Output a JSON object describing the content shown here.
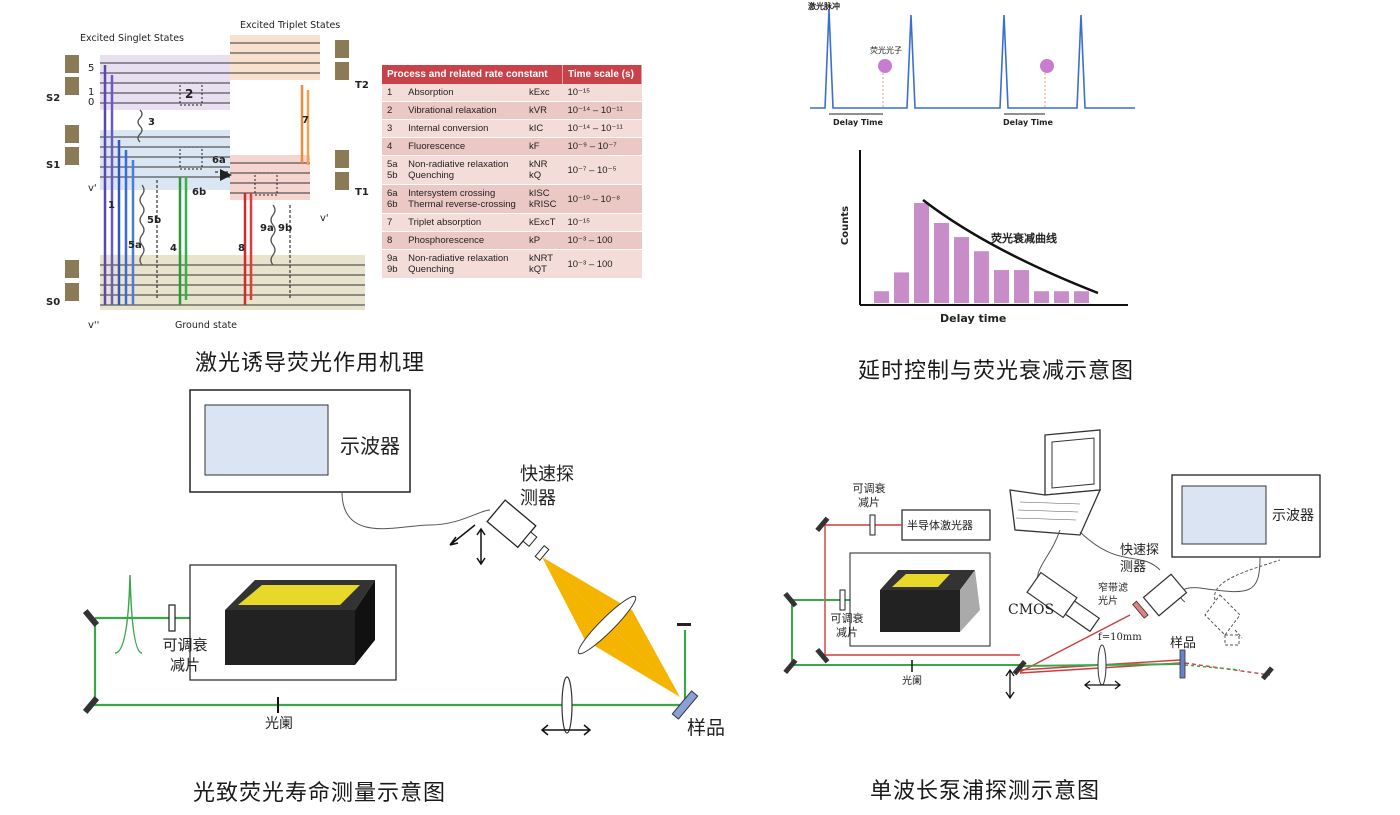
{
  "captions": {
    "top_left": "激光诱导荧光作用机理",
    "top_right": "延时控制与荧光衰减示意图",
    "bottom_left": "光致荧光寿命测量示意图",
    "bottom_right": "单波长泵浦探测示意图"
  },
  "jablonski": {
    "singlet_title": "Excited Singlet States",
    "triplet_title": "Excited Triplet States",
    "ground_label": "Ground state",
    "states": {
      "s2": "S2",
      "s1": "S1",
      "s0": "S0",
      "t2": "T2",
      "t1": "T1"
    },
    "level_numbers": [
      "5",
      "1",
      "0"
    ],
    "vib_labels": [
      "v'",
      "v''",
      "v'"
    ],
    "process_numbers": [
      "1",
      "2",
      "3",
      "4",
      "5a",
      "5b",
      "6a",
      "6b",
      "7",
      "8",
      "9a",
      "9b"
    ]
  },
  "rate_table": {
    "headers": [
      "Process and related rate constant",
      "Time scale (s)"
    ],
    "rows": [
      {
        "num": "1",
        "process": "Absorption",
        "k": "kExc",
        "time": "10⁻¹⁵"
      },
      {
        "num": "2",
        "process": "Vibrational relaxation",
        "k": "kVR",
        "time": "10⁻¹⁴ – 10⁻¹¹"
      },
      {
        "num": "3",
        "process": "Internal conversion",
        "k": "kIC",
        "time": "10⁻¹⁴ – 10⁻¹¹"
      },
      {
        "num": "4",
        "process": "Fluorescence",
        "k": "kF",
        "time": "10⁻⁹ – 10⁻⁷"
      },
      {
        "num": "5a\n5b",
        "process": "Non-radiative relaxation\nQuenching",
        "k": "kNR\nkQ",
        "time": "10⁻⁷ – 10⁻⁵"
      },
      {
        "num": "6a\n6b",
        "process": "Intersystem crossing\nThermal reverse-crossing",
        "k": "kISC\nkRISC",
        "time": "10⁻¹⁰ – 10⁻⁸"
      },
      {
        "num": "7",
        "process": "Triplet absorption",
        "k": "kExcT",
        "time": "10⁻¹⁵"
      },
      {
        "num": "8",
        "process": "Phosphorescence",
        "k": "kP",
        "time": "10⁻³ – 100"
      },
      {
        "num": "9a\n9b",
        "process": "Non-radiative relaxation\nQuenching",
        "k": "kNRT\nkQT",
        "time": "10⁻³ – 100"
      }
    ]
  },
  "pulse_diagram": {
    "laser_pulse_label": "激光脉冲",
    "fluor_photon_label": "荧光光子",
    "delay_label": "Delay Time",
    "line_color": "#3a6fd0",
    "photon_color": "#c87ccf"
  },
  "chart_data": {
    "type": "bar",
    "xlabel": "Delay time",
    "ylabel": "Counts",
    "curve_label": "荧光衰减曲线",
    "bar_color": "#c88cc8",
    "values": [
      10,
      26,
      85,
      68,
      56,
      44,
      28,
      28,
      10,
      10,
      10
    ]
  },
  "setup_a": {
    "scope_label": "示波器",
    "detector_label": "快速探测器",
    "attenuator_label": "可调衰减片",
    "shutter_label": "光阑",
    "sample_label": "样品",
    "beam_color": "#3aa84a",
    "cone_color": "#f5b400"
  },
  "setup_b": {
    "attenuator_label": "可调衰减片",
    "laser_label": "半导体激光器",
    "scope_label": "示波器",
    "detector_label": "快速探测器",
    "filter_label": "窄带滤光片",
    "cmos_label": "CMOS",
    "lens_label": "f=10mm",
    "sample_label": "样品",
    "shutter_label": "光阑",
    "red_color": "#d03c3c",
    "green_color": "#3aa84a"
  }
}
